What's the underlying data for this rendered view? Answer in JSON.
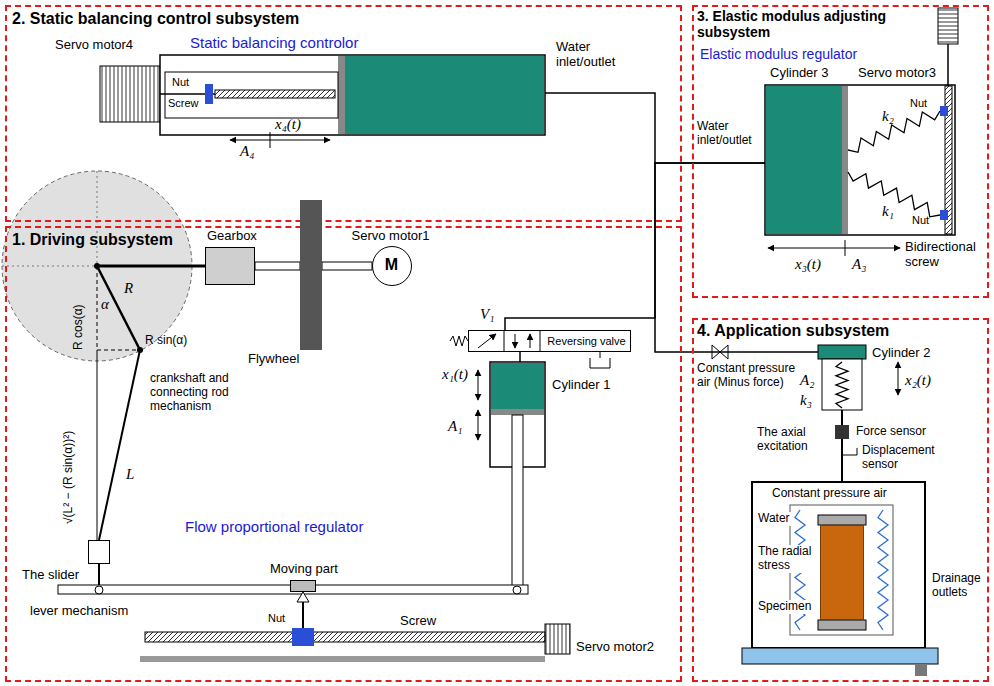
{
  "diagram": {
    "nodes": [
      {
        "text": [
          "2. Static balancing control subsystem",
          "Static balancing controlor"
        ]
      },
      {
        "text": [
          "3. Elastic modulus adjusting subsystem",
          "Elastic modulus regulator"
        ]
      },
      {
        "text": [
          "1. Driving subsystem",
          "Flow proportional regulator"
        ]
      },
      {
        "text": [
          "4. Application subsystem"
        ]
      },
      {
        "text": [
          "Gearbox"
        ],
        "in": 2
      },
      {
        "text": [
          "M",
          "Servo motor1"
        ],
        "in": 2
      },
      {
        "text": [
          "Flywheel"
        ],
        "in": 2
      },
      {
        "text": [
          "Cylinder 1"
        ],
        "in": 2
      },
      {
        "text": [
          "Reversing valve"
        ],
        "in": 2
      },
      {
        "text": [
          "Moving part"
        ],
        "in": 2
      },
      {
        "text": [
          "The slider"
        ],
        "in": 2
      },
      {
        "text": [
          "Cylinder 3"
        ],
        "in": 1
      },
      {
        "text": [
          "Cylinder 2"
        ],
        "in": 3
      },
      {
        "text": [
          "Specimen"
        ],
        "in": 3
      }
    ],
    "edges": [
      {
        "from": 8,
        "to": 11,
        "arrow": "none"
      },
      {
        "from": 11,
        "to": 12,
        "arrow": "none"
      }
    ],
    "labels": [
      "Servo motor4",
      "Nut",
      "Screw",
      "A₄",
      "x₄(t)",
      "Water inlet/outlet",
      "Servo motor3",
      "Nut",
      "Nut",
      "k₂",
      "k₁",
      "x₃(t)",
      "A₃",
      "Bidirectional screw",
      "Water inlet/outlet",
      "V₁",
      "x₁(t)",
      "A₁",
      "R",
      "α",
      "R cos(α)",
      "R sin(α)",
      "√(L² − (R sin(α))²)",
      "L",
      "crankshaft and connecting rod mechanism",
      "lever mechanism",
      "Nut",
      "Screw",
      "Servo motor2",
      "Constant pressure air (Minus force)",
      "A₂",
      "k₃",
      "x₂(t)",
      "Force sensor",
      "Displacement sensor",
      "The axial excitation",
      "Constant pressure air",
      "Water",
      "The radial stress",
      "Drainage outlets"
    ]
  }
}
